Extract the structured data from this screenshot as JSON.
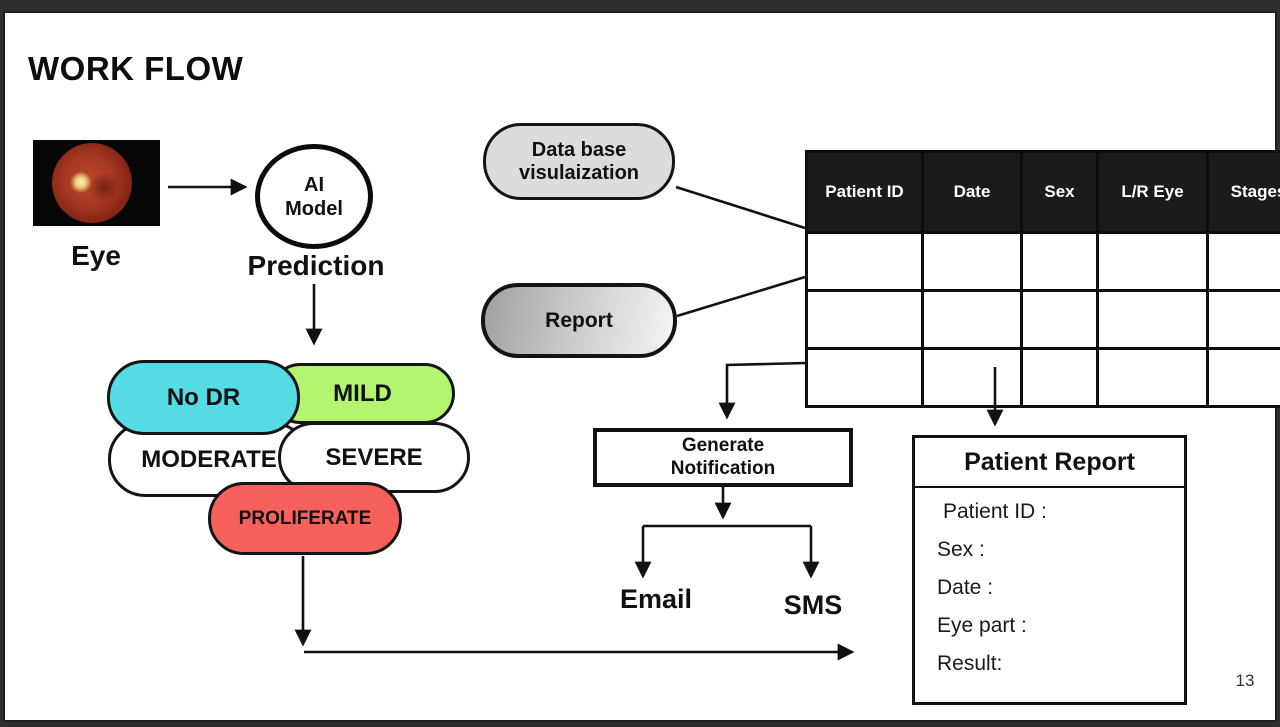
{
  "slide": {
    "title": "WORK FLOW",
    "page_number": "13"
  },
  "eye": {
    "label": "Eye"
  },
  "ai_model": {
    "line1": "AI",
    "line2": "Model",
    "caption": "Prediction"
  },
  "stages": {
    "no_dr": {
      "label": "No DR",
      "color": "#55dbe3"
    },
    "mild": {
      "label": "MILD",
      "color": "#b4f56f"
    },
    "moderate": {
      "label": "MODERATE",
      "color": "#ffffff"
    },
    "severe": {
      "label": "SEVERE",
      "color": "#ffffff"
    },
    "proliferate": {
      "label": "PROLIFERATE",
      "color": "#f7615c"
    }
  },
  "actions": {
    "database": {
      "line1": "Data base",
      "line2": "visulaization",
      "color": "#dcdcdc"
    },
    "report": {
      "label": "Report",
      "gradient_start": "#a0a0a0",
      "gradient_end": "#f5f5f5"
    }
  },
  "table": {
    "columns": [
      "Patient ID",
      "Date",
      "Sex",
      "L/R Eye",
      "Stages"
    ],
    "header_bg": "#1b1b1b",
    "empty_rows": 3
  },
  "notification": {
    "line1": "Generate",
    "line2": "Notification",
    "channels": [
      "Email",
      "SMS"
    ]
  },
  "patient_report": {
    "title": "Patient Report",
    "fields": [
      "Patient ID :",
      "Sex :",
      "Date :",
      "Eye part :",
      "Result:"
    ]
  }
}
